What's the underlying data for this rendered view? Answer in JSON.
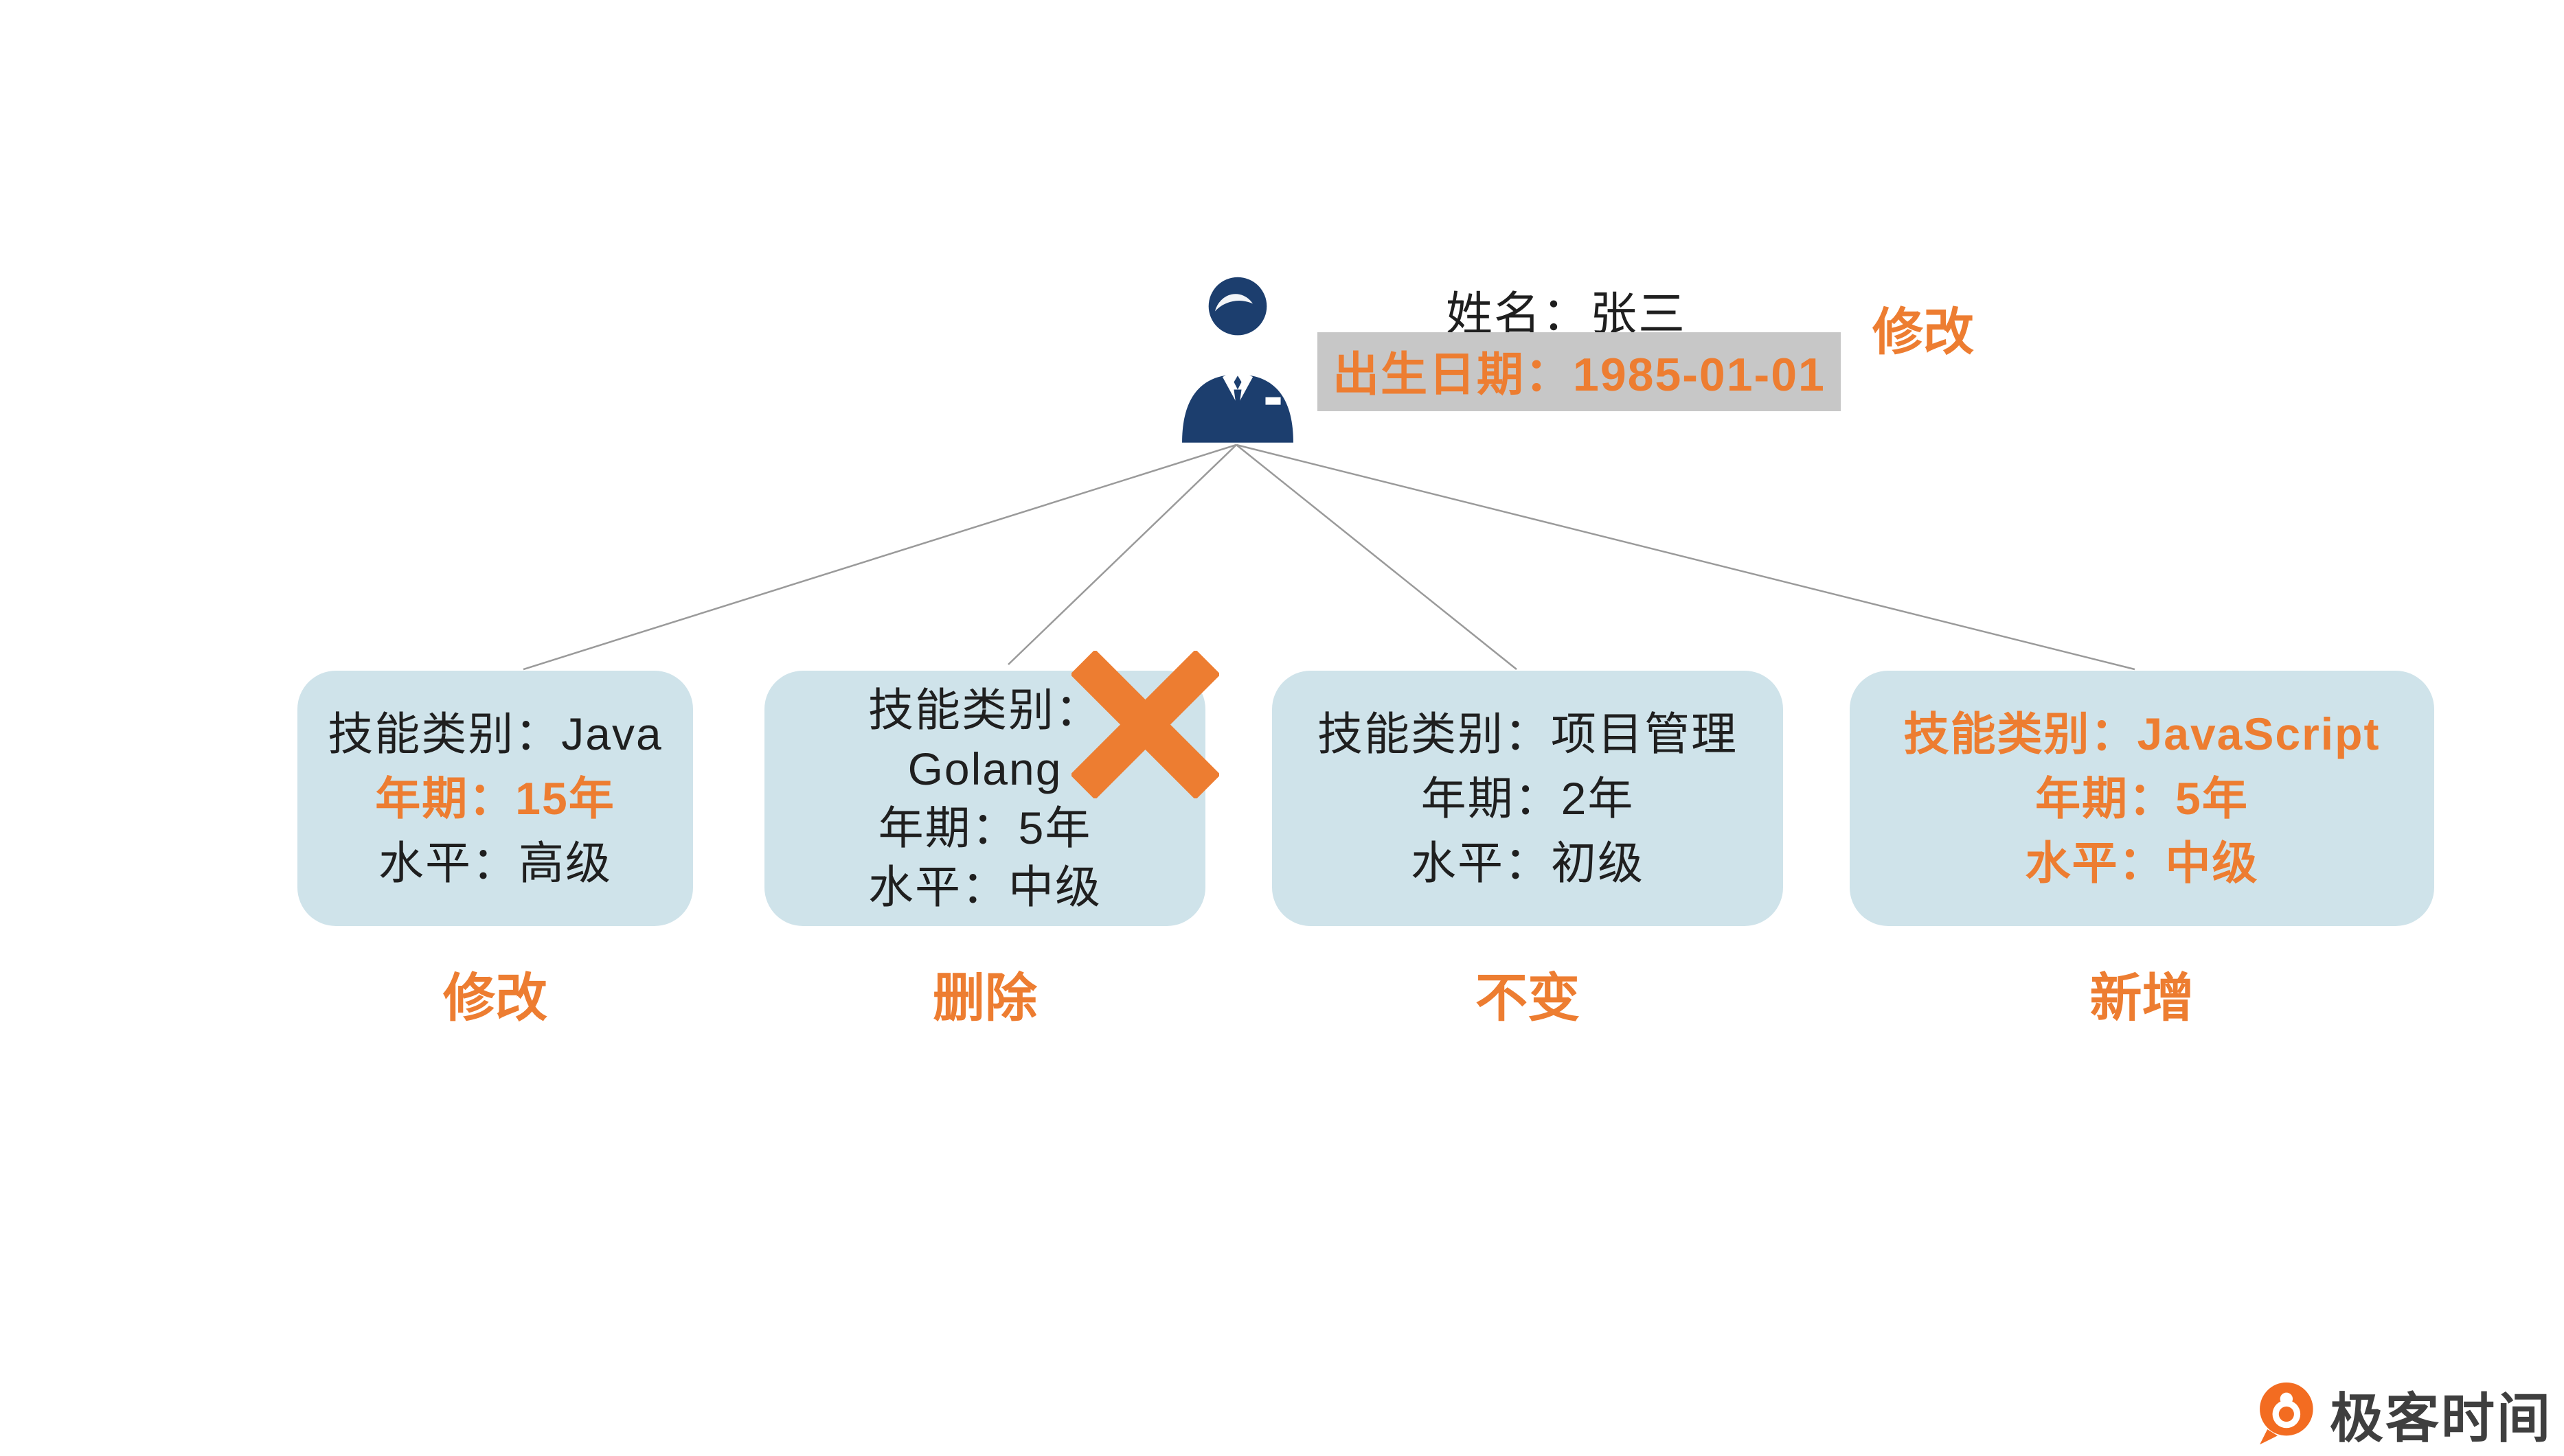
{
  "person": {
    "name": "姓名：张三",
    "birth": "出生日期：1985-01-01",
    "annotation": "修改"
  },
  "skills": [
    {
      "lines": [
        "技能类别：Java",
        "年期：15年",
        "水平：高级"
      ],
      "annotation": "修改"
    },
    {
      "lines": [
        "技能类别：",
        "Golang",
        "年期：5年",
        "水平：中级"
      ],
      "annotation": "删除"
    },
    {
      "lines": [
        "技能类别：项目管理",
        "年期：2年",
        "水平：初级"
      ],
      "annotation": "不变"
    },
    {
      "lines": [
        "技能类别：JavaScript",
        "年期：5年",
        "水平：中级"
      ],
      "annotation": "新增"
    }
  ],
  "logo": {
    "text": "极客时间"
  },
  "colors": {
    "accent_orange": "#ED7D31",
    "box_blue": "#CFE3EA",
    "highlight_gray": "#C7C7C7",
    "person_navy": "#1C3E6E"
  }
}
